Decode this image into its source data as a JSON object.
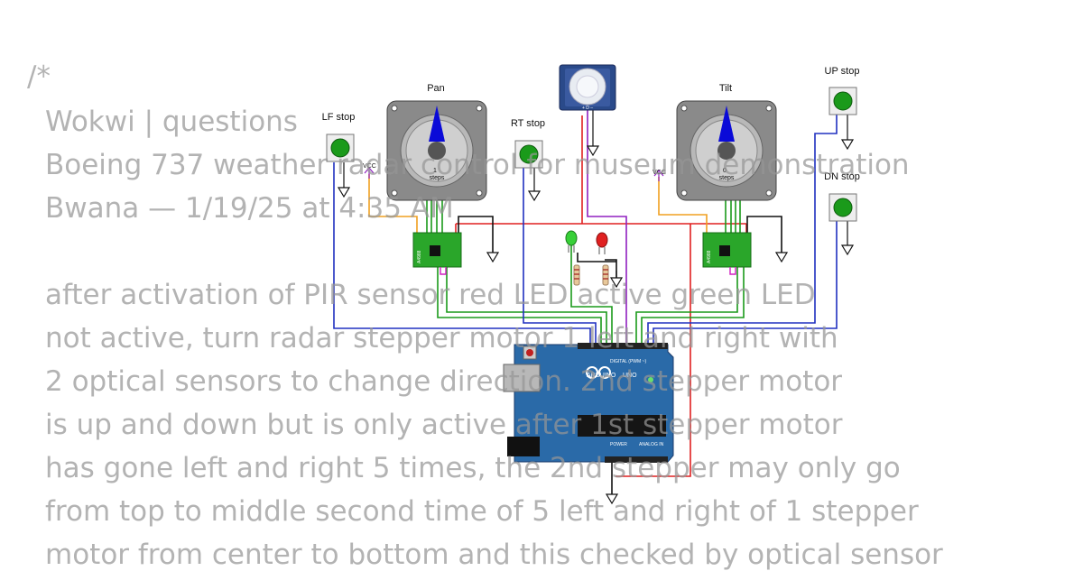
{
  "comment": {
    "open": "/*",
    "lines": [
      "Wokwi | questions",
      "Boeing 737 weather radar control for museum demonstration",
      "Bwana — 1/19/25 at 4:35 AM",
      "",
      "after activation of PIR sensor red LED active green LED",
      "not active, turn radar stepper motor 1 left and right with",
      "2 optical sensors to change direction. 2nd stepper motor",
      "is up and down but is only active after 1st stepper motor",
      "has gone left and right 5 times, the 2nd stepper may only go",
      "from top to middle second time of 5 left and right of 1 stepper",
      "motor from center to bottom and this checked by optical sensor"
    ]
  },
  "components": {
    "pan_label": "Pan",
    "tilt_label": "Tilt",
    "pan_value": "1",
    "tilt_value": "0",
    "steps_label": "steps",
    "lf_stop": "LF stop",
    "rt_stop": "RT stop",
    "up_stop": "UP stop",
    "dn_stop": "DN stop",
    "vcc": "VCC",
    "driver_model": "A4988",
    "arduino_brand": "ARDUINO",
    "arduino_model": "UNO",
    "digital_label": "DIGITAL (PWM ~)",
    "power_label": "POWER",
    "analog_label": "ANALOG IN",
    "pir_pins": "+ D –"
  },
  "colors": {
    "wire_red": "#e02020",
    "wire_green": "#1a9a1a",
    "wire_blue": "#2030c0",
    "wire_black": "#111111",
    "wire_orange": "#f0a020",
    "wire_purple": "#9020c0",
    "arduino_blue": "#2a6aa8",
    "driver_green": "#2aa62a",
    "button_green": "#1a9a1a"
  }
}
